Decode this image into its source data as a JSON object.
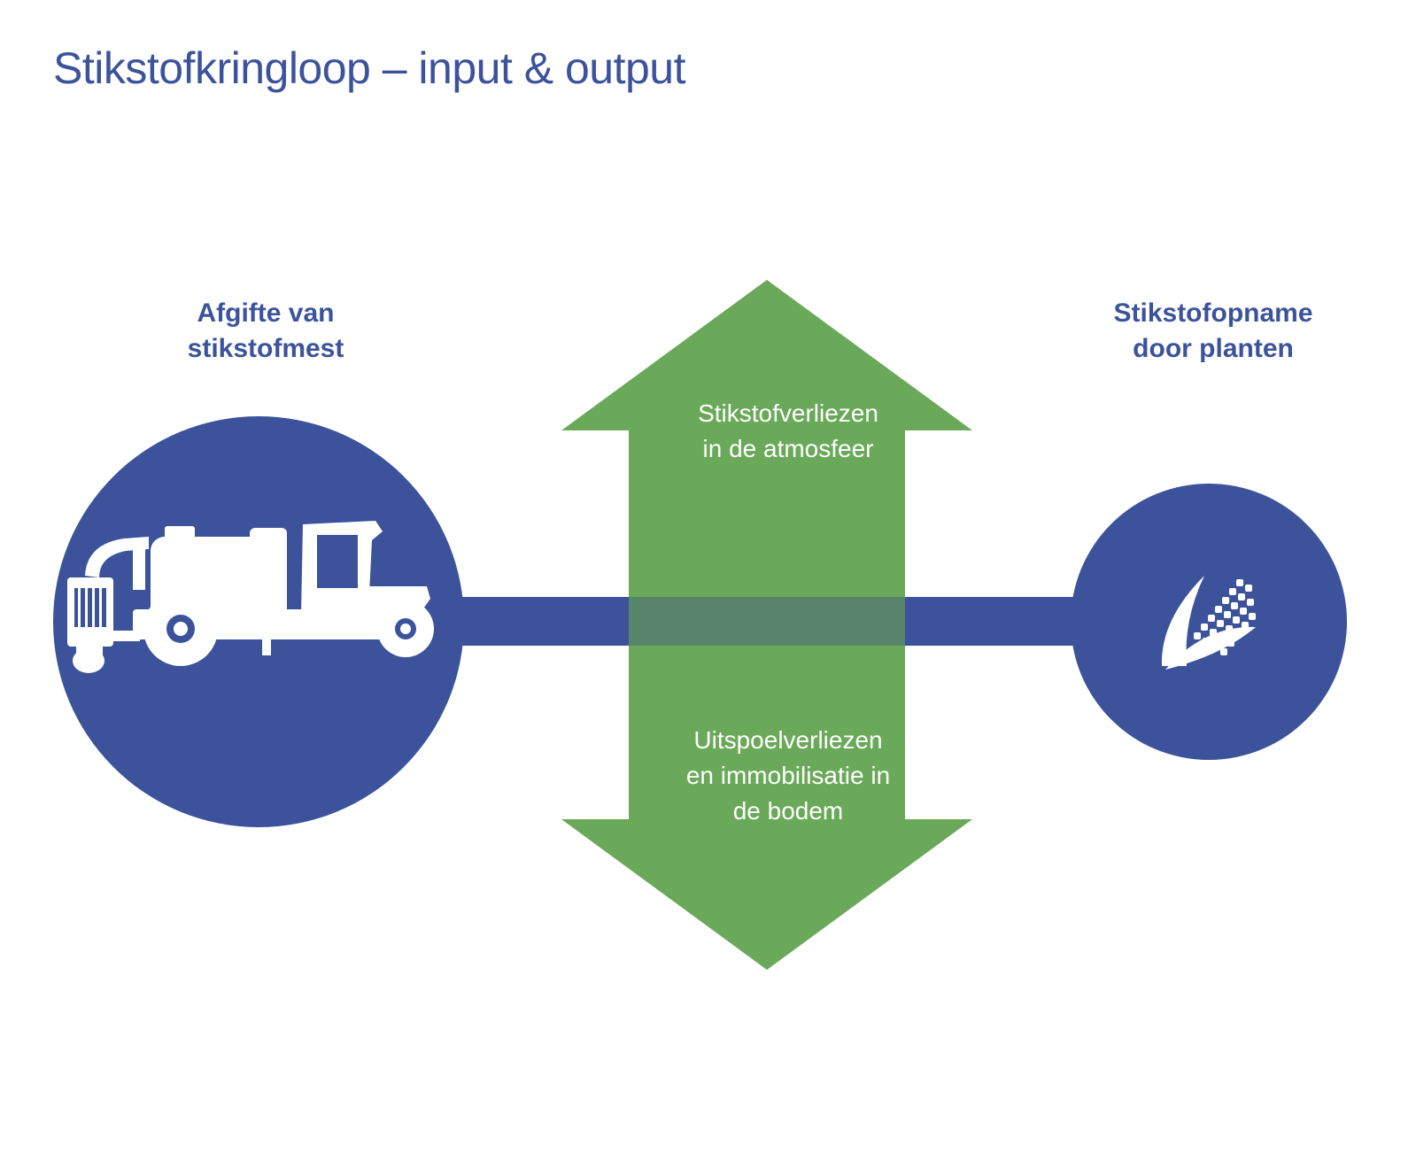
{
  "title": "Stikstofkringloop – input & output",
  "nodes": {
    "input": {
      "label": "Afgifte van\nstikstofmest",
      "icon": "slurry-tanker-icon"
    },
    "output": {
      "label": "Stikstofopname\ndoor planten",
      "icon": "corn-cob-icon"
    }
  },
  "losses": {
    "up": "Stikstofverliezen\nin de atmosfeer",
    "down": "Uitspoelverliezen\nen immobilisatie in\nde bodem"
  },
  "colors": {
    "blue": "#3c539c",
    "green": "#6aa959",
    "overlap": "#58846b",
    "icon": "#ffffff",
    "title": "#3c539c"
  }
}
